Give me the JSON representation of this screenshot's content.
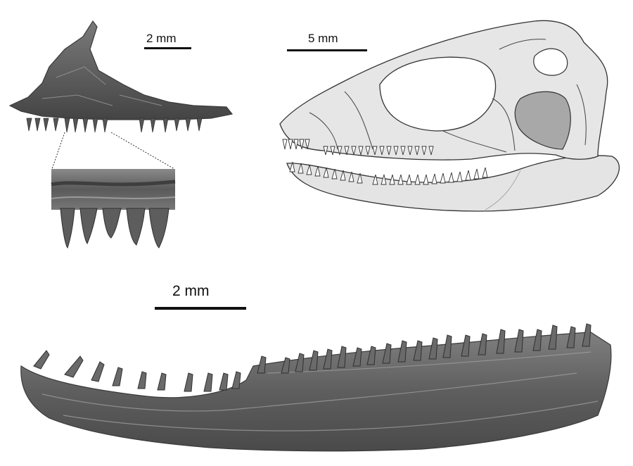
{
  "figure": {
    "panel_maxilla": {
      "scale_label": "2 mm"
    },
    "panel_skull": {
      "scale_label": "5 mm"
    },
    "panel_dentary": {
      "scale_label": "2 mm"
    }
  },
  "colors": {
    "fossil_dark": "#4a4a4a",
    "fossil_mid": "#6e6e6e",
    "fossil_light": "#9a9a9a",
    "skull_fill": "#e3e3e3",
    "skull_outline": "#333333",
    "skull_dark_fill": "#9c9c9c",
    "background": "#ffffff"
  }
}
